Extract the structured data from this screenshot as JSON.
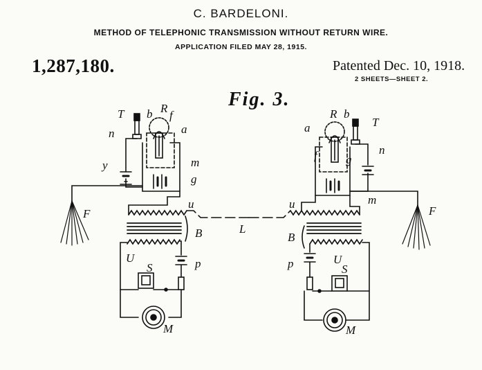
{
  "header": {
    "inventor": "C. BARDELONI.",
    "title": "METHOD OF TELEPHONIC TRANSMISSION WITHOUT RETURN WIRE.",
    "filed": "APPLICATION FILED MAY 28, 1915.",
    "patent_number": "1,287,180.",
    "patent_date": "Patented Dec. 10, 1918.",
    "sheets": "2 SHEETS—SHEET 2."
  },
  "figure": {
    "caption": "Fig. 3.",
    "labels": {
      "T": "T",
      "n": "n",
      "b": "b",
      "R": "R",
      "f": "f",
      "a": "a",
      "y": "y",
      "m": "m",
      "g": "g",
      "F": "F",
      "u": "u",
      "B": "B",
      "L": "L",
      "U": "U",
      "p": "p",
      "S": "S",
      "M": "M"
    }
  }
}
